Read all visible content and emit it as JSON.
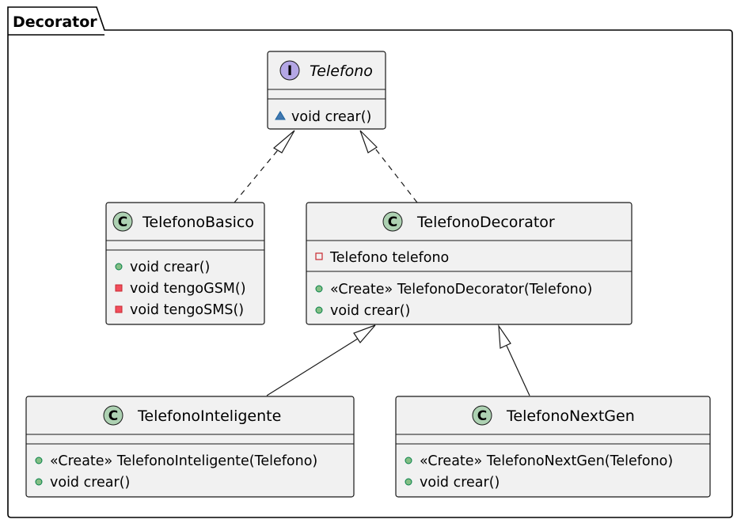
{
  "package": {
    "name": "Decorator"
  },
  "classes": {
    "telefono": {
      "kind": "interface",
      "badge": "I",
      "name": "Telefono",
      "fields": [],
      "methods": [
        {
          "visibility": "package",
          "text": "void crear()"
        }
      ]
    },
    "telefono_basico": {
      "kind": "class",
      "badge": "C",
      "name": "TelefonoBasico",
      "fields": [],
      "methods": [
        {
          "visibility": "public",
          "text": "void crear()"
        },
        {
          "visibility": "private",
          "text": "void tengoGSM()"
        },
        {
          "visibility": "private",
          "text": "void tengoSMS()"
        }
      ]
    },
    "telefono_decorator": {
      "kind": "class",
      "badge": "C",
      "name": "TelefonoDecorator",
      "fields": [
        {
          "visibility": "private-field",
          "text": "Telefono telefono"
        }
      ],
      "methods": [
        {
          "visibility": "public",
          "text": "«Create» TelefonoDecorator(Telefono)"
        },
        {
          "visibility": "public",
          "text": "void crear()"
        }
      ]
    },
    "telefono_inteligente": {
      "kind": "class",
      "badge": "C",
      "name": "TelefonoInteligente",
      "fields": [],
      "methods": [
        {
          "visibility": "public",
          "text": "«Create» TelefonoInteligente(Telefono)"
        },
        {
          "visibility": "public",
          "text": "void crear()"
        }
      ]
    },
    "telefono_next_gen": {
      "kind": "class",
      "badge": "C",
      "name": "TelefonoNextGen",
      "fields": [],
      "methods": [
        {
          "visibility": "public",
          "text": "«Create» TelefonoNextGen(Telefono)"
        },
        {
          "visibility": "public",
          "text": "void crear()"
        }
      ]
    }
  },
  "relations": [
    {
      "from": "telefono_basico",
      "to": "telefono",
      "type": "realization"
    },
    {
      "from": "telefono_decorator",
      "to": "telefono",
      "type": "realization"
    },
    {
      "from": "telefono_inteligente",
      "to": "telefono_decorator",
      "type": "generalization"
    },
    {
      "from": "telefono_next_gen",
      "to": "telefono_decorator",
      "type": "generalization"
    }
  ],
  "colors": {
    "class_fill": "#F1F1F1",
    "border": "#181818",
    "class_badge": "#ADD1B2",
    "interface_badge": "#B4A7E5",
    "public": "#84BE84",
    "public_border": "#038048",
    "private": "#F24D5C",
    "private_border": "#C82930",
    "package_vis": "#4177AF",
    "package_vis_border": "#1963A0"
  }
}
